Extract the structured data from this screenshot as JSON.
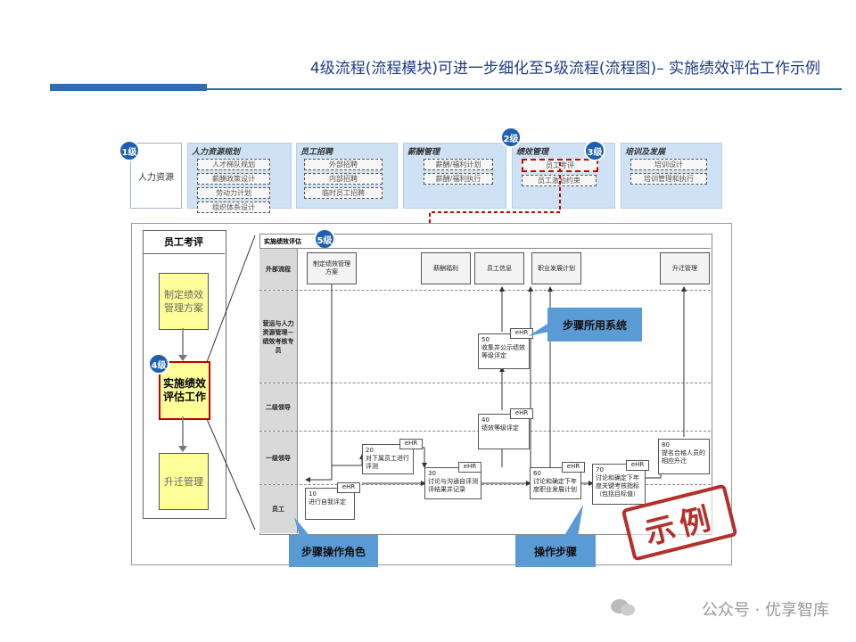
{
  "title": "4级流程(流程模块)可进一步细化至5级流程(流程图)– 实施绩效评估工作示例",
  "badges": {
    "l1": "1级",
    "l2": "2级",
    "l3": "3级",
    "l4": "4级",
    "l5": "5级"
  },
  "level1": {
    "label": "人力资源"
  },
  "categories": [
    {
      "name": "人力资源规划",
      "items": [
        "人才梯队规划",
        "薪酬政策设计",
        "劳动力计划",
        "组织体系设计"
      ]
    },
    {
      "name": "员工招聘",
      "items": [
        "外部招聘",
        "内部招聘",
        "临时员工招聘"
      ]
    },
    {
      "name": "薪酬管理",
      "items": [
        "薪酬/福利计划",
        "薪酬/福利执行"
      ]
    },
    {
      "name": "绩效管理",
      "items": [
        "员工考评",
        "员工激励约束"
      ]
    },
    {
      "name": "培训及发展",
      "items": [
        "培训设计",
        "培训管理和执行"
      ]
    }
  ],
  "level4": {
    "header": "员工考评",
    "box1": "制定绩效管理方案",
    "box2": "实施绩效评估工作",
    "box3": "升迁管理"
  },
  "level5": {
    "header": "实施绩效评估",
    "lanes": [
      "外部流程",
      "营运与人力资源管理－绩效考核专员",
      "二级领导",
      "一级领导",
      "员工"
    ],
    "external": [
      "制定绩效管理方案",
      "薪酬福利",
      "员工信息",
      "职业发展计划",
      "升迁管理"
    ],
    "steps": [
      {
        "num": "10",
        "text": "进行自我评定",
        "ehr": "eHR"
      },
      {
        "num": "20",
        "text": "对下属员工进行评测",
        "ehr": "eHR"
      },
      {
        "num": "30",
        "text": "讨论与沟通自评测评结果并记录",
        "ehr": "eHR"
      },
      {
        "num": "40",
        "text": "绩效等级评定",
        "ehr": "eHR"
      },
      {
        "num": "50",
        "text": "收集并公示绩效等级评定",
        "ehr": "eHR"
      },
      {
        "num": "60",
        "text": "讨论和确定下年度职业发展计划",
        "ehr": "eHR"
      },
      {
        "num": "70",
        "text": "讨论和确定下年度关键考核指标（包括目标值）",
        "ehr": "eHR"
      },
      {
        "num": "80",
        "text": "提名合格人员的相应升迁",
        "ehr": ""
      }
    ]
  },
  "callouts": {
    "system": "步骤所用系统",
    "role": "步骤操作角色",
    "step": "操作步骤"
  },
  "stamp": "示例",
  "watermark": "公众号 · 优享智库",
  "colors": {
    "accent": "#1e5fb4",
    "callout": "#5b9bd5",
    "stamp": "#b5302a",
    "highlight": "#ffff99",
    "dashed_highlight": "#cc0000"
  }
}
